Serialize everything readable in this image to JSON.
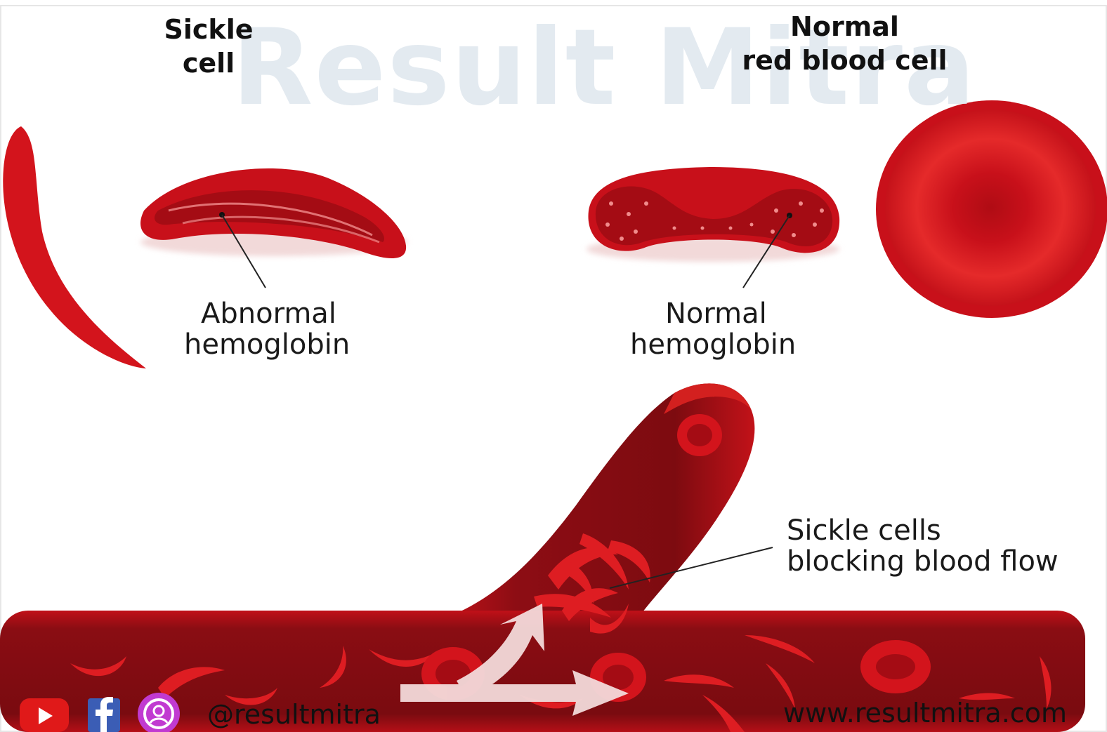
{
  "watermark": "Result Mitra",
  "titles": {
    "sickle": [
      "Sickle",
      "cell"
    ],
    "normal": [
      "Normal",
      "red blood cell"
    ]
  },
  "labels": {
    "abnormal": [
      "Abnormal",
      "hemoglobin"
    ],
    "normal": [
      "Normal",
      "hemoglobin"
    ],
    "blocking": [
      "Sickle cells",
      "blocking blood flow"
    ]
  },
  "footer": {
    "handle": "@resultmitra",
    "website": "www.resultmitra.com",
    "icons": [
      "youtube-icon",
      "facebook-icon",
      "instagram-icon"
    ]
  },
  "colors": {
    "cell_red": "#d4141c",
    "vessel_dark": "#7e0d12",
    "flow_arrow": "#f3dada"
  }
}
